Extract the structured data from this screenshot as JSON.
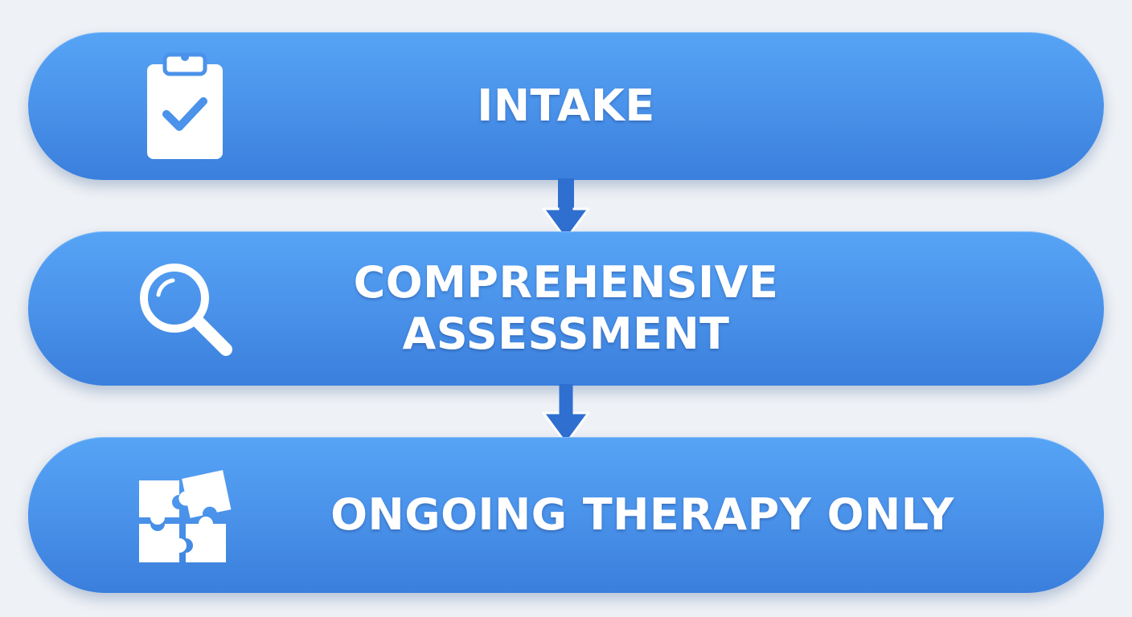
{
  "colors": {
    "background": "#eef1f5",
    "step_fill": "#4a92ea",
    "arrow": "#2f6fd0",
    "text": "#ffffff"
  },
  "steps": [
    {
      "label": "INTAKE",
      "icon": "clipboard-check-icon"
    },
    {
      "label_line1": "COMPREHENSIVE",
      "label_line2": "ASSESSMENT",
      "icon": "magnifier-icon"
    },
    {
      "label": "ONGOING THERAPY ONLY",
      "icon": "puzzle-icon"
    }
  ],
  "connectors": [
    "down-arrow-icon",
    "down-arrow-icon"
  ]
}
